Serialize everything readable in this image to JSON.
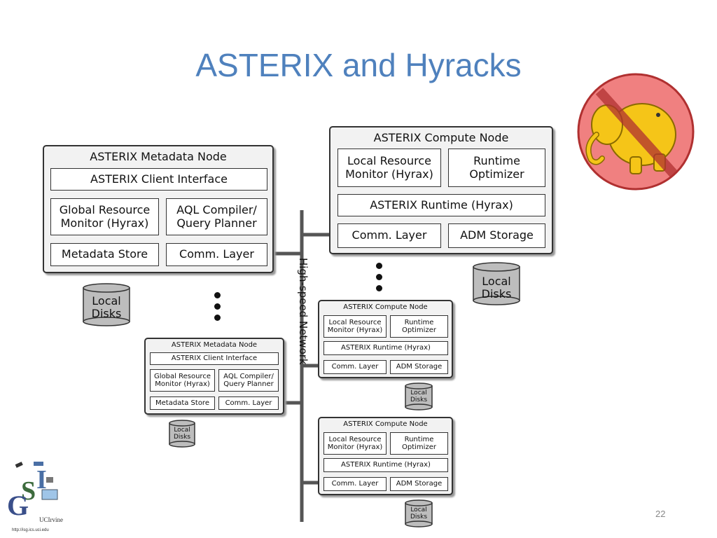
{
  "slide": {
    "title": "ASTERIX and Hyracks",
    "page_number": "22"
  },
  "diagram": {
    "network_label": "High-speed Network",
    "metadata_node": {
      "title": "ASTERIX Metadata Node",
      "client_interface": "ASTERIX Client Interface",
      "global_resource_monitor": "Global Resource\nMonitor (Hyrax)",
      "aql_compiler": "AQL Compiler/\nQuery Planner",
      "metadata_store": "Metadata Store",
      "comm_layer": "Comm. Layer"
    },
    "compute_node": {
      "title": "ASTERIX Compute Node",
      "local_resource_monitor": "Local Resource\nMonitor (Hyrax)",
      "runtime_optimizer": "Runtime\nOptimizer",
      "runtime": "ASTERIX Runtime (Hyrax)",
      "comm_layer": "Comm. Layer",
      "adm_storage": "ADM Storage"
    },
    "local_disks": "Local\nDisks"
  },
  "logo": {
    "org": "UCIrvine",
    "url": "http://isg.ics.uci.edu",
    "hadoop_logo_icon": "elephant-crossed-out-icon",
    "isg_logo_icon": "isg-logo-icon"
  },
  "colors": {
    "title": "#4f81bd",
    "node_fill": "#f2f2f2",
    "disk_fill": "#bdbdbd",
    "network_line": "#555555",
    "elephant": "#f5c518",
    "circle": "#f08080"
  }
}
